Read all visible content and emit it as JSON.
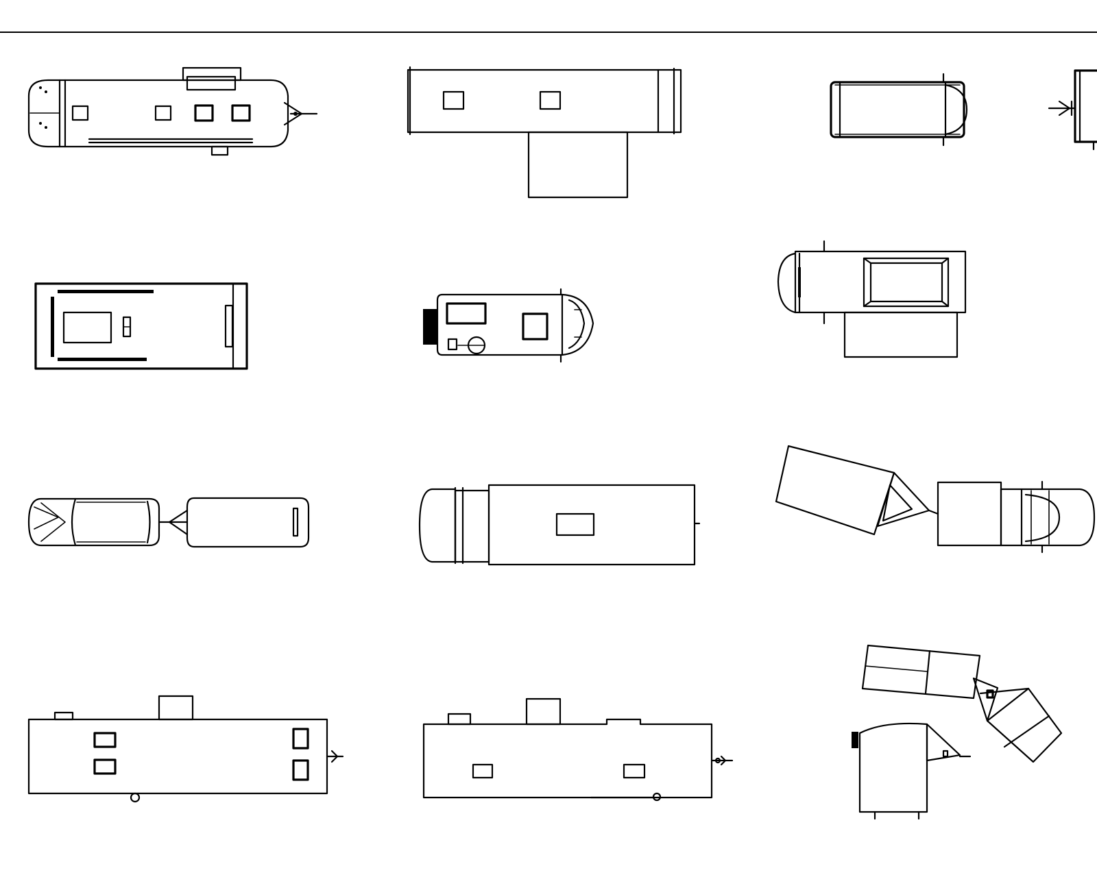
{
  "sheet": {
    "kind": "plan-view vehicle block sheet",
    "line_color": "#000000",
    "background_color": "#ffffff"
  },
  "blocks": [
    {
      "name": "airstream-trailer-top-view"
    },
    {
      "name": "expanding-box-trailer-top-view"
    },
    {
      "name": "van-top-view"
    },
    {
      "name": "trailer-partial-right-edge"
    },
    {
      "name": "box-trailer-top-view"
    },
    {
      "name": "camper-van-top-view"
    },
    {
      "name": "expanding-truck-top-view"
    },
    {
      "name": "car-towing-trailer-top-view"
    },
    {
      "name": "box-truck-top-view"
    },
    {
      "name": "truck-with-hinged-trailer-top-view"
    },
    {
      "name": "fifth-wheel-trailer-side-view"
    },
    {
      "name": "travel-trailer-side-view"
    },
    {
      "name": "articulated-trailer-pair-top-view"
    }
  ]
}
